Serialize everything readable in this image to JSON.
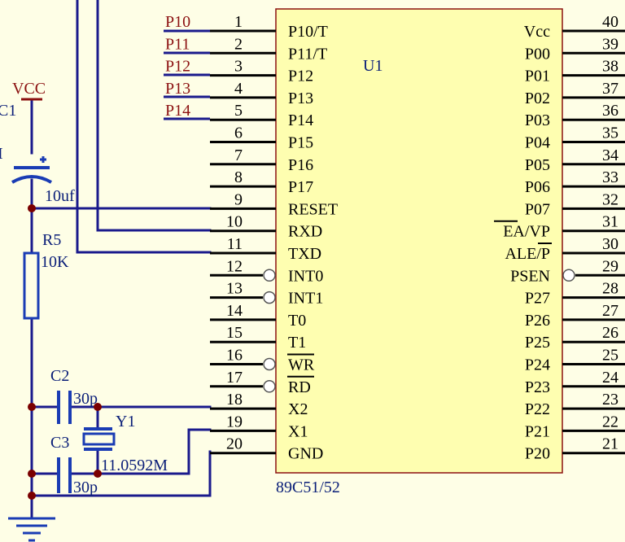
{
  "chip": {
    "designator": "U1",
    "part": "89C51/52",
    "left_pins": [
      {
        "num": "1",
        "name": "P10/T"
      },
      {
        "num": "2",
        "name": "P11/T"
      },
      {
        "num": "3",
        "name": "P12"
      },
      {
        "num": "4",
        "name": "P13"
      },
      {
        "num": "5",
        "name": "P14"
      },
      {
        "num": "6",
        "name": "P15"
      },
      {
        "num": "7",
        "name": "P16"
      },
      {
        "num": "8",
        "name": "P17"
      },
      {
        "num": "9",
        "name": "RESET"
      },
      {
        "num": "10",
        "name": "RXD"
      },
      {
        "num": "11",
        "name": "TXD"
      },
      {
        "num": "12",
        "name": "INT0"
      },
      {
        "num": "13",
        "name": "INT1"
      },
      {
        "num": "14",
        "name": "T0"
      },
      {
        "num": "15",
        "name": "T1"
      },
      {
        "num": "16",
        "name": "WR"
      },
      {
        "num": "17",
        "name": "RD"
      },
      {
        "num": "18",
        "name": "X2"
      },
      {
        "num": "19",
        "name": "X1"
      },
      {
        "num": "20",
        "name": "GND"
      }
    ],
    "right_pins": [
      {
        "num": "40",
        "name": "Vcc"
      },
      {
        "num": "39",
        "name": "P00"
      },
      {
        "num": "38",
        "name": "P01"
      },
      {
        "num": "37",
        "name": "P02"
      },
      {
        "num": "36",
        "name": "P03"
      },
      {
        "num": "35",
        "name": "P04"
      },
      {
        "num": "34",
        "name": "P05"
      },
      {
        "num": "33",
        "name": "P06"
      },
      {
        "num": "32",
        "name": "P07"
      },
      {
        "num": "31",
        "name": "EA/VP"
      },
      {
        "num": "30",
        "name": "ALE/P"
      },
      {
        "num": "29",
        "name": "PSEN"
      },
      {
        "num": "28",
        "name": "P27"
      },
      {
        "num": "27",
        "name": "P26"
      },
      {
        "num": "26",
        "name": "P25"
      },
      {
        "num": "25",
        "name": "P24"
      },
      {
        "num": "24",
        "name": "P23"
      },
      {
        "num": "23",
        "name": "P22"
      },
      {
        "num": "22",
        "name": "P21"
      },
      {
        "num": "21",
        "name": "P20"
      }
    ]
  },
  "net_labels": [
    "P10",
    "P11",
    "P12",
    "P13",
    "P14"
  ],
  "components": {
    "vcc": "VCC",
    "c1_designator": "C1",
    "c1_value": "10uf",
    "c1_partial": "I",
    "r5_designator": "R5",
    "r5_value": "10K",
    "c2_designator": "C2",
    "c2_value": "30p",
    "c3_designator": "C3",
    "c3_value": "30p",
    "y1_designator": "Y1",
    "y1_value": "11.0592M"
  },
  "colors": {
    "background": "#fefee6",
    "wire": "#1a1a8c",
    "pin_line": "#000000",
    "chip_fill": "#fefeb0",
    "chip_border": "#8b1010",
    "net_label": "#8b1010",
    "label_blue": "#0a1e78",
    "component_blue": "#1a3cb4",
    "junction": "#7a0000"
  }
}
